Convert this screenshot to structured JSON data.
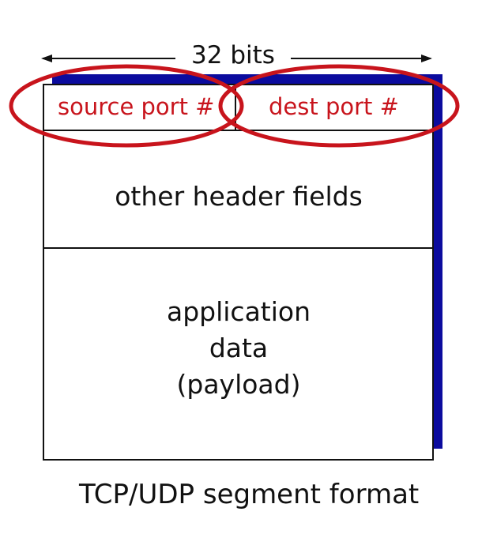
{
  "diagram": {
    "width_label": "32 bits",
    "fields": {
      "source_port": "source port #",
      "dest_port": "dest port #",
      "other_header": "other header fields",
      "payload_lines": [
        "application",
        "data",
        "(payload)"
      ]
    },
    "caption": "TCP/UDP segment format",
    "colors": {
      "highlight": "#c8141c",
      "shadow": "#0b0b9e",
      "outline": "#111111"
    }
  }
}
